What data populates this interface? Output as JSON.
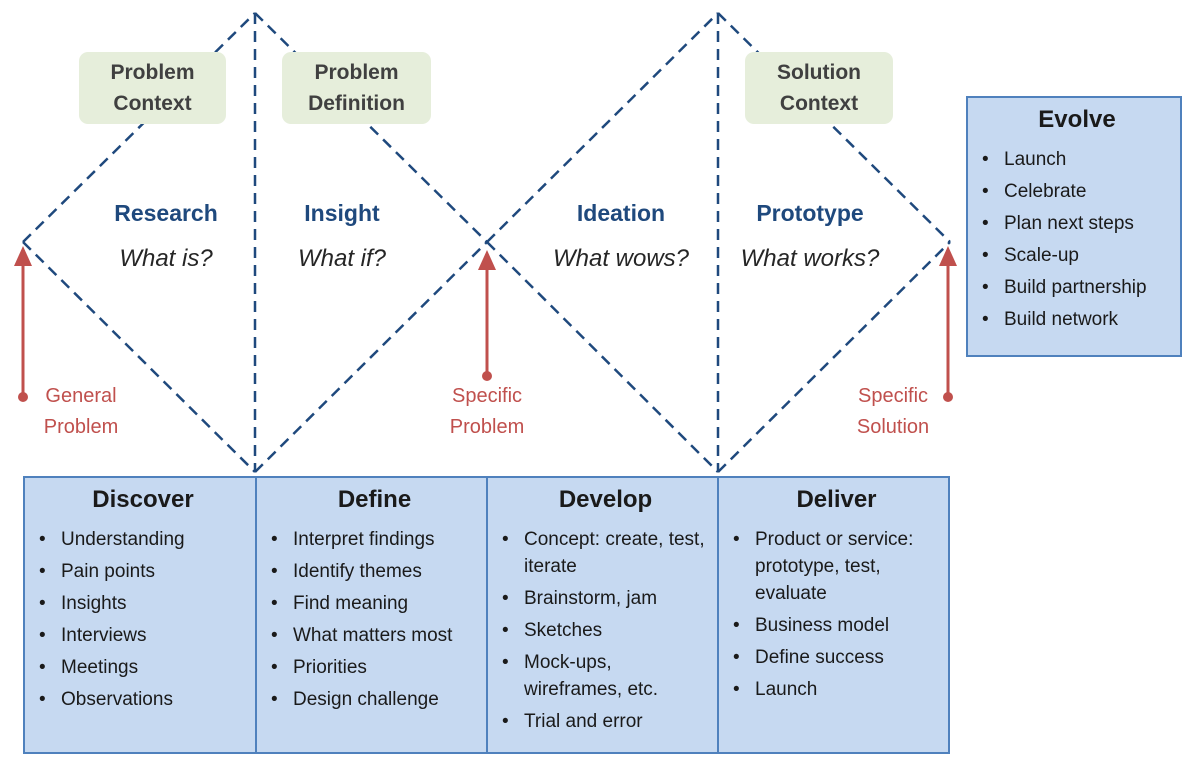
{
  "context_tags": {
    "problem_context": [
      "Problem",
      "Context"
    ],
    "problem_definition": [
      "Problem",
      "Definition"
    ],
    "solution_context": [
      "Solution",
      "Context"
    ]
  },
  "phases": {
    "research": {
      "label": "Research",
      "question": "What is?"
    },
    "insight": {
      "label": "Insight",
      "question": "What if?"
    },
    "ideation": {
      "label": "Ideation",
      "question": "What wows?"
    },
    "prototype": {
      "label": "Prototype",
      "question": "What works?"
    }
  },
  "milestones": {
    "general_problem": [
      "General",
      "Problem"
    ],
    "specific_problem": [
      "Specific",
      "Problem"
    ],
    "specific_solution": [
      "Specific",
      "Solution"
    ]
  },
  "stages": {
    "discover": {
      "title": "Discover",
      "items": [
        "Understanding",
        "Pain points",
        "Insights",
        "Interviews",
        "Meetings",
        "Observations"
      ]
    },
    "define": {
      "title": "Define",
      "items": [
        "Interpret findings",
        "Identify themes",
        "Find meaning",
        "What matters most",
        "Priorities",
        "Design challenge"
      ]
    },
    "develop": {
      "title": "Develop",
      "items": [
        "Concept: create, test, iterate",
        "Brainstorm, jam",
        "Sketches",
        "Mock-ups, wireframes, etc.",
        "Trial and error"
      ]
    },
    "deliver": {
      "title": "Deliver",
      "items": [
        "Product or service: prototype, test, evaluate",
        "Business model",
        "Define success",
        "Launch"
      ]
    },
    "evolve": {
      "title": "Evolve",
      "items": [
        "Launch",
        "Celebrate",
        "Plan next steps",
        "Scale-up",
        "Build partnership",
        "Build network"
      ]
    }
  },
  "colors": {
    "diamond_line": "#1f497d",
    "arrow": "#c0504d",
    "stage_fill": "#c6d9f1",
    "stage_border": "#4f81bd",
    "tag_fill": "#e6eedb"
  }
}
